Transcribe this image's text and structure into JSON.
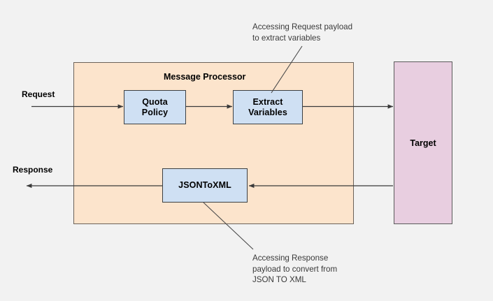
{
  "diagram": {
    "background_color": "#f2f2f2",
    "title_text": "Message Processor",
    "containers": [
      {
        "name": "message-processor",
        "label": "Message Processor",
        "fill": "#fce4cc",
        "stroke": "#6b6259"
      },
      {
        "name": "target",
        "label": "Target",
        "fill": "#e8cee0",
        "stroke": "#5b5b5b"
      }
    ],
    "policies": [
      {
        "name": "quota-policy",
        "label_line1": "Quota",
        "label_line2": "Policy",
        "fill": "#cfe0f3",
        "stroke": "#3c4043"
      },
      {
        "name": "extract-variables",
        "label_line1": "Extract",
        "label_line2": "Variables",
        "fill": "#cfe0f3",
        "stroke": "#3c4043"
      },
      {
        "name": "jsontoxml",
        "label_line1": "JSONToXML",
        "label_line2": "",
        "fill": "#cfe0f3",
        "stroke": "#3c4043"
      }
    ],
    "flow_labels": [
      {
        "name": "request",
        "text": "Request"
      },
      {
        "name": "response",
        "text": "Response"
      }
    ],
    "annotations": [
      {
        "name": "request-annotation",
        "text": "Accessing Request payload\nto extract variables",
        "points_to": "extract-variables"
      },
      {
        "name": "response-annotation",
        "text": "Accessing Response\npayload to convert from\nJSON TO XML",
        "points_to": "jsontoxml"
      }
    ],
    "arrow_color": "#3a3a3a"
  }
}
